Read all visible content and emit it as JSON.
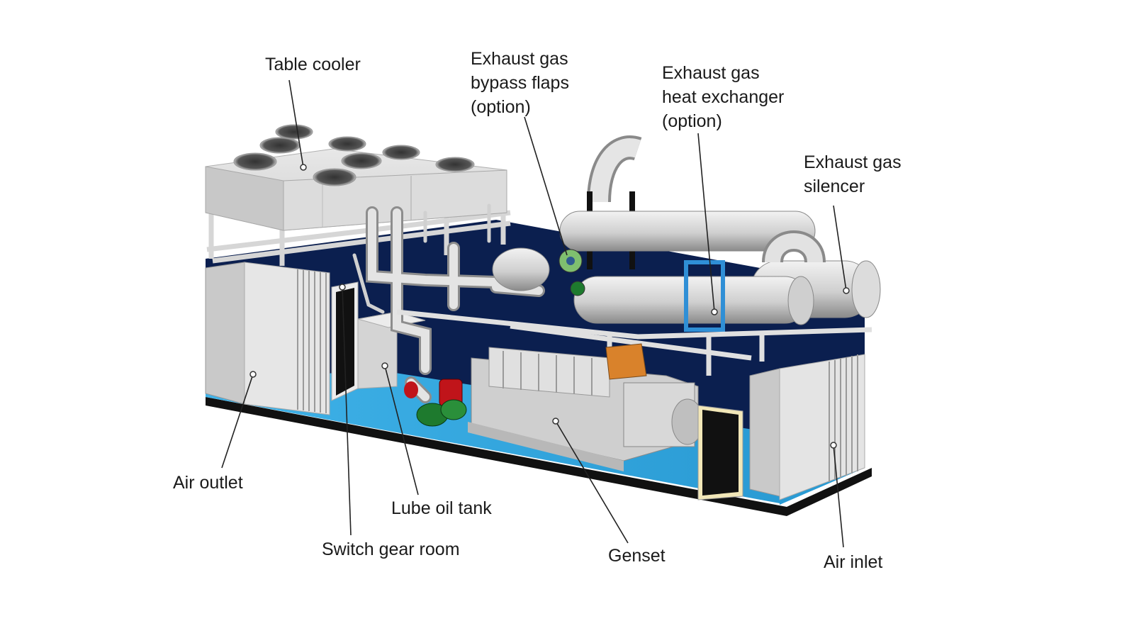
{
  "labels": {
    "table_cooler": "Table cooler",
    "bypass_flaps": [
      "Exhaust gas",
      "bypass flaps",
      "(option)"
    ],
    "heat_exchanger": [
      "Exhaust gas",
      "heat exchanger",
      "(option)"
    ],
    "silencer": [
      "Exhaust gas",
      "silencer"
    ],
    "air_outlet": "Air outlet",
    "lube_oil_tank": "Lube oil tank",
    "switch_gear_room": "Switch gear room",
    "genset": "Genset",
    "air_inlet": "Air inlet"
  },
  "colors": {
    "container_floor": "#36a9e1",
    "container_wall": "#0b1f4f",
    "cooler": "#d8d8d8",
    "pipe": "#c9c9c9",
    "door": "#111111",
    "valve_red": "#c0141a",
    "pump_green": "#1e7a2e",
    "generator_orange": "#d9822b"
  }
}
